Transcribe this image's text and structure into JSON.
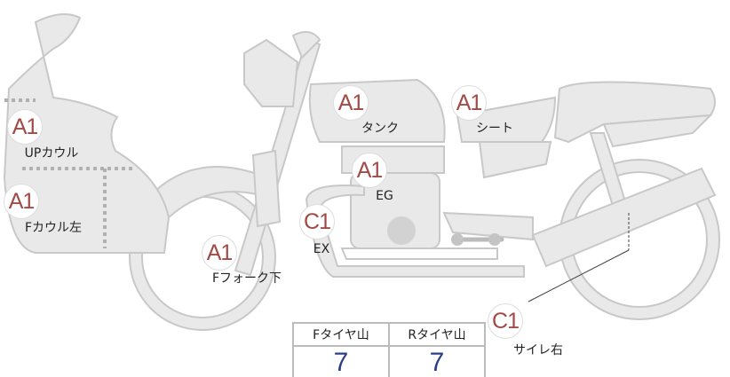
{
  "parts": [
    {
      "grade": "A1",
      "label": "UPカウル"
    },
    {
      "grade": "A1",
      "label": "Fカウル左"
    },
    {
      "grade": "A1",
      "label": "Fフォーク下"
    },
    {
      "grade": "C1",
      "label": "EX"
    },
    {
      "grade": "A1",
      "label": "EG"
    },
    {
      "grade": "A1",
      "label": "タンク"
    },
    {
      "grade": "A1",
      "label": "シート"
    },
    {
      "grade": "C1",
      "label": "サイレ右"
    }
  ],
  "tires": {
    "front_label": "Fタイヤ山",
    "rear_label": "Rタイヤ山",
    "front_value": "7",
    "rear_value": "7"
  },
  "colors": {
    "grade": "#a24a46",
    "tire_value": "#2b3f86",
    "body_fill": "#e9e9e9",
    "body_stroke": "#c8c8c8"
  }
}
